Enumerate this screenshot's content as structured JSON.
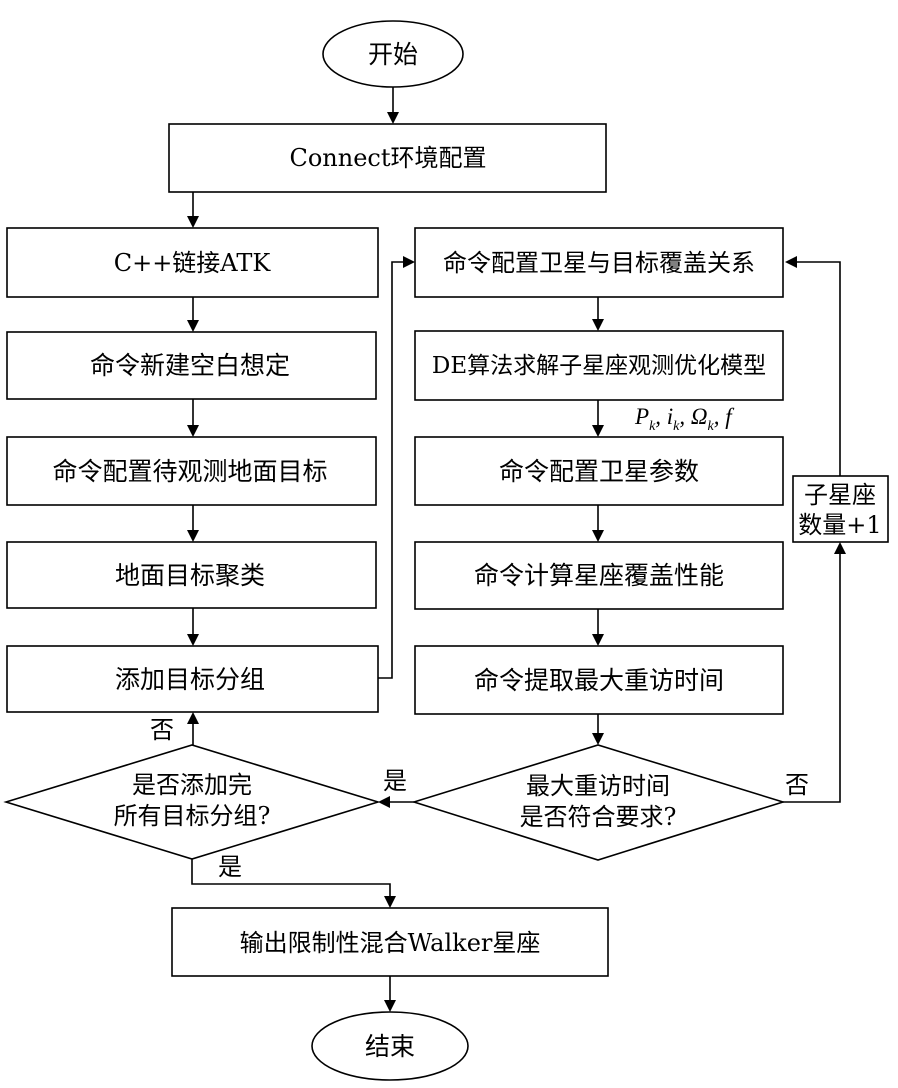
{
  "diagram": {
    "nodes": {
      "start": "开始",
      "connect_config": "Connect环境配置",
      "cpp_link_atk": "C++链接ATK",
      "cmd_new_scenario": "命令新建空白想定",
      "cmd_config_ground_targets": "命令配置待观测地面目标",
      "ground_target_clustering": "地面目标聚类",
      "add_target_group": "添加目标分组",
      "all_groups_added_line1": "是否添加完",
      "all_groups_added_line2": "所有目标分组?",
      "output_constellation": "输出限制性混合Walker星座",
      "end": "结束",
      "cmd_config_coverage": "命令配置卫星与目标覆盖关系",
      "de_solve_model": "DE算法求解子星座观测优化模型",
      "cmd_config_sat_params": "命令配置卫星参数",
      "cmd_compute_coverage": "命令计算星座覆盖性能",
      "cmd_extract_revisit": "命令提取最大重访时间",
      "revisit_ok_line1": "最大重访时间",
      "revisit_ok_line2": "是否符合要求?",
      "sub_count_inc_line1": "子星座",
      "sub_count_inc_line2": "数量+1"
    },
    "edge_labels": {
      "no_left": "否",
      "yes_left": "是",
      "yes_mid": "是",
      "no_right": "否"
    },
    "params": {
      "p": "P",
      "p_sub": "k",
      "i": "i",
      "i_sub": "k",
      "omega": "Ω",
      "omega_sub": "k",
      "f": "f",
      "sep": ","
    }
  }
}
